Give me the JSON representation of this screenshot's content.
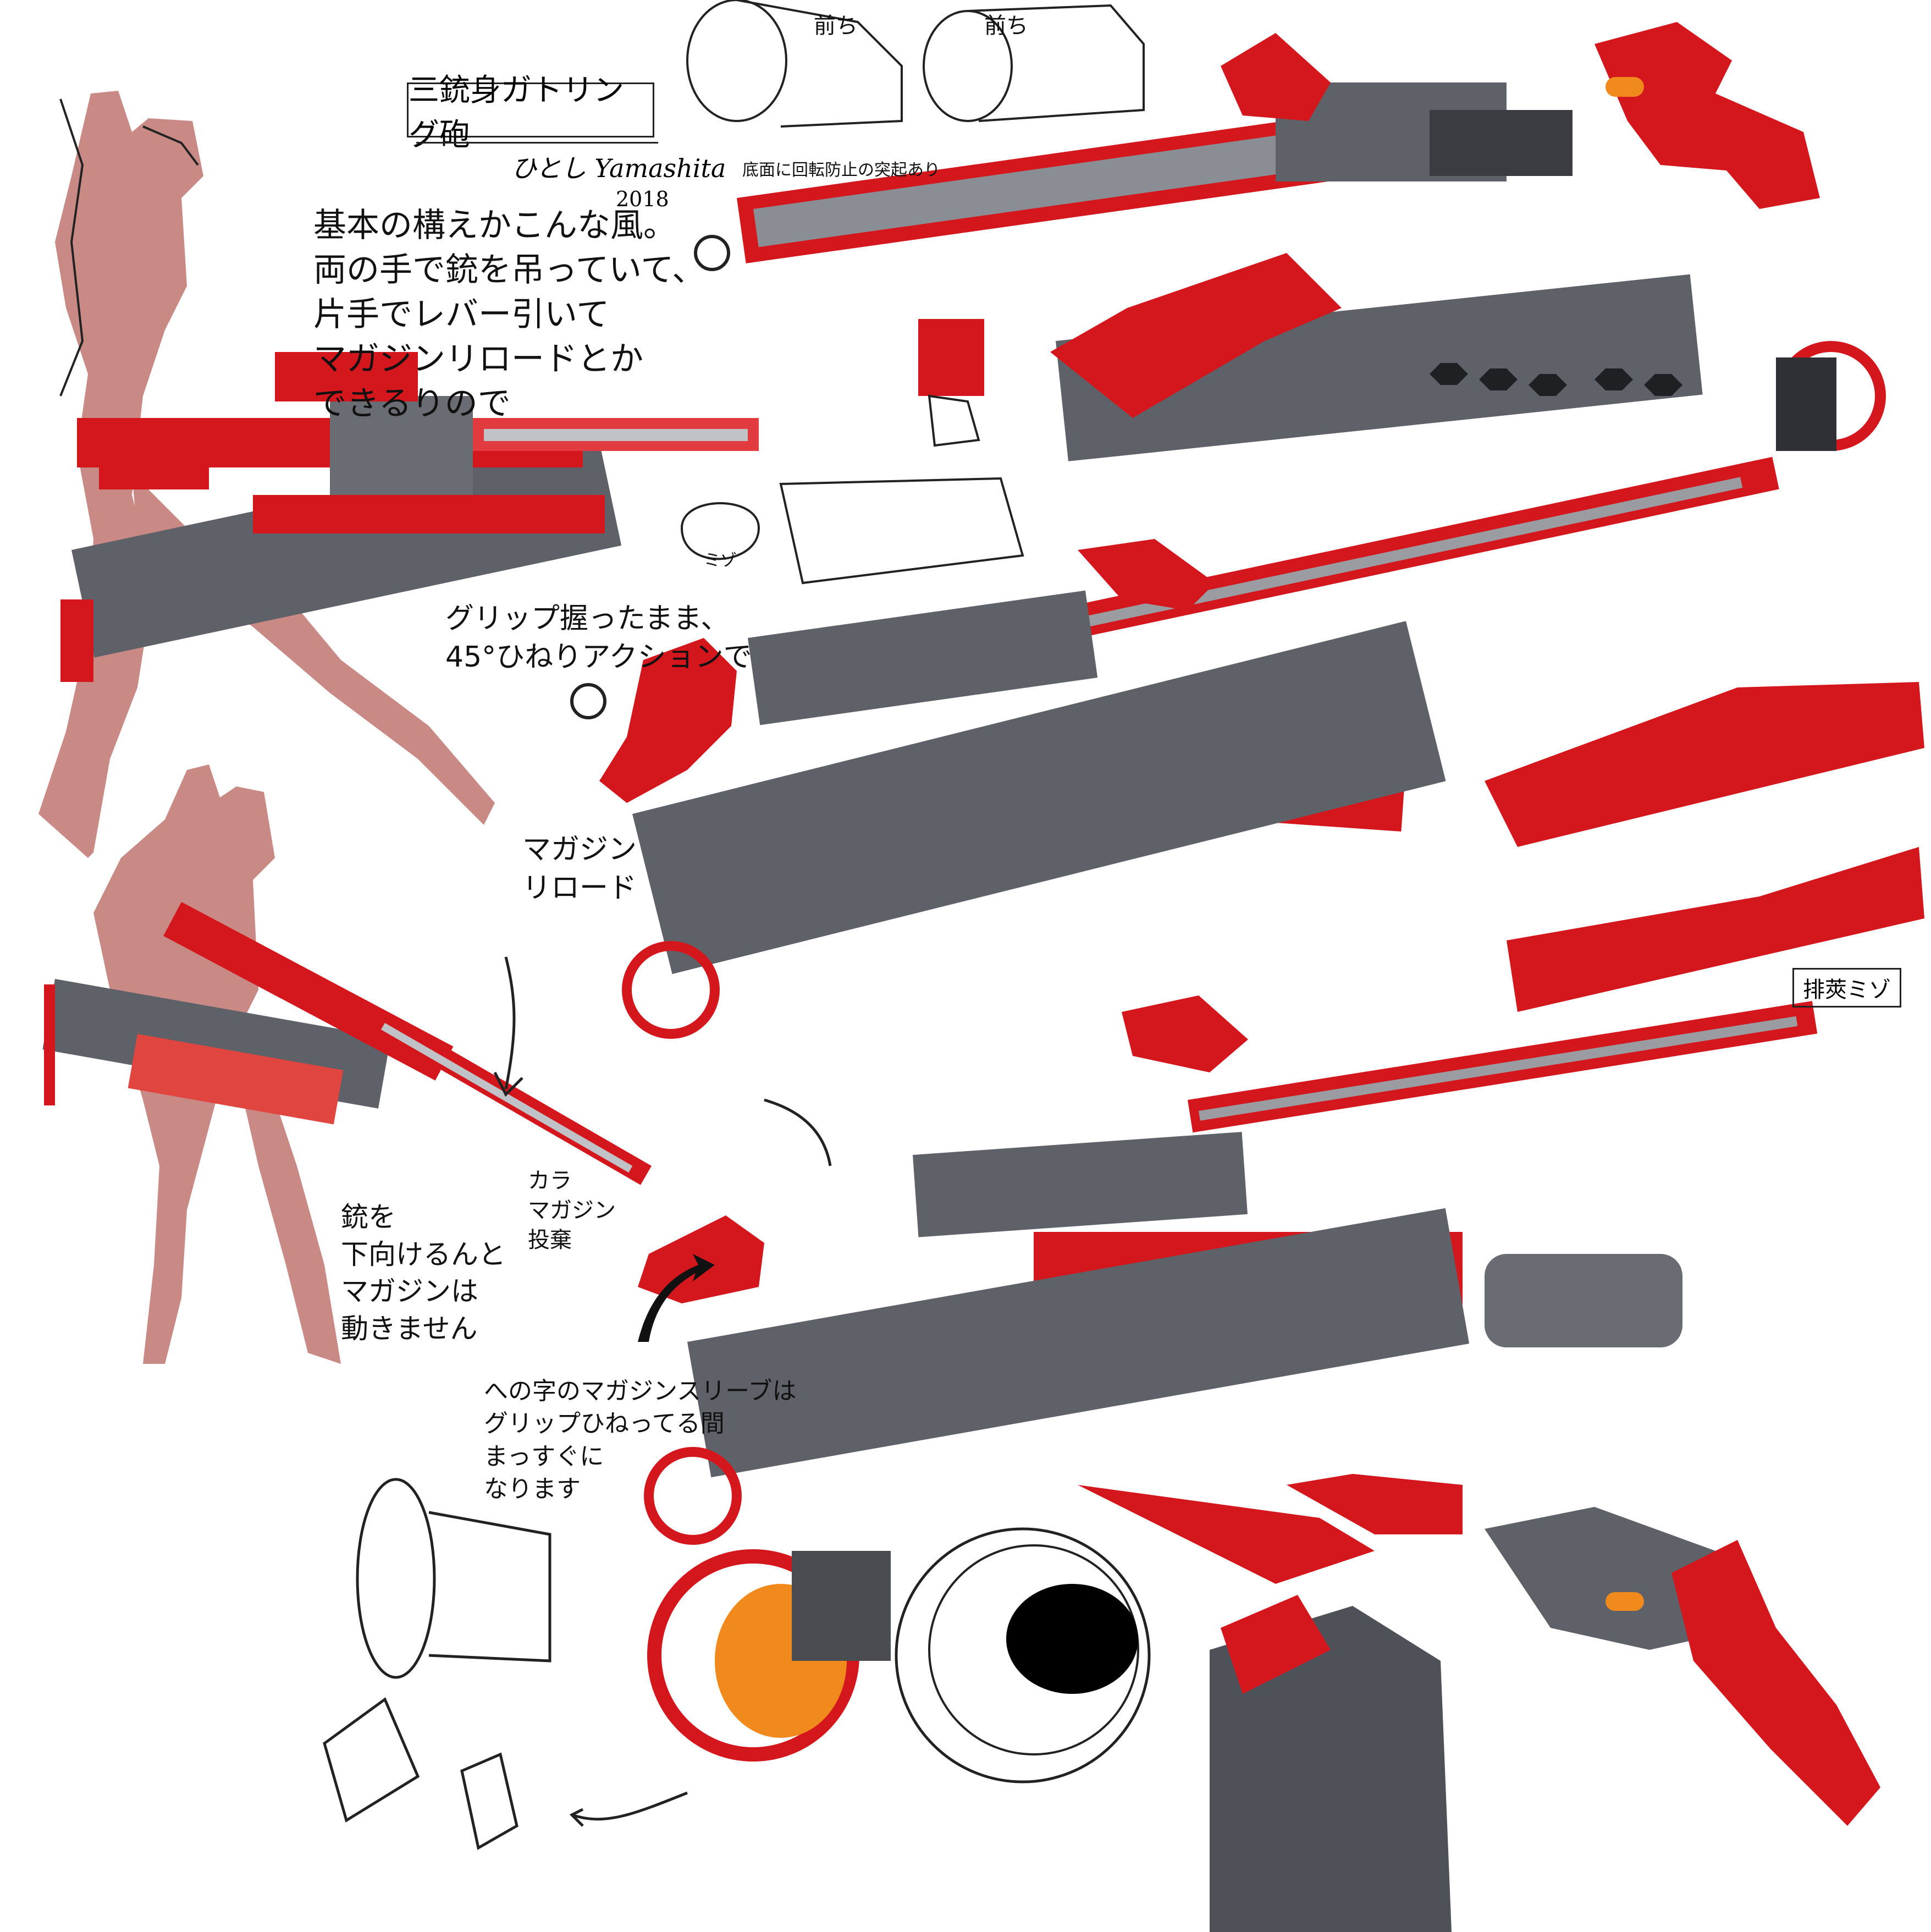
{
  "title": "三銃身ガトリング砲",
  "signature": {
    "name": "ひとし Yamashita",
    "year": "2018"
  },
  "notes": {
    "stance": "基本の構えかこんな風。\n両の手で銃を吊っていて、\n片手でレバー引いて\nマガジンリロードとか\nできるりので",
    "twist": "グリップ握ったまま、\n45°ひねりアクションで",
    "reload": "マガジン\nリロード",
    "down": "銃を\n下向けるんと\nマガジンは\n動きません",
    "discard": "カラ\nマガジン\n投棄",
    "sleeve": "への字のマガジンスリーブは\nグリップひねってる間\nまっすぐに\nなります",
    "front1": "前ち",
    "front2": "前ち",
    "base": "底面に回転防止の突起あり",
    "groove": "ミゾ",
    "eject": "排莢ミゾ"
  },
  "colors": {
    "red": "#d3171d",
    "grey": "#5f6168",
    "dark": "#2e3036",
    "skin": "#c98a86",
    "orange": "#f08a1c"
  }
}
